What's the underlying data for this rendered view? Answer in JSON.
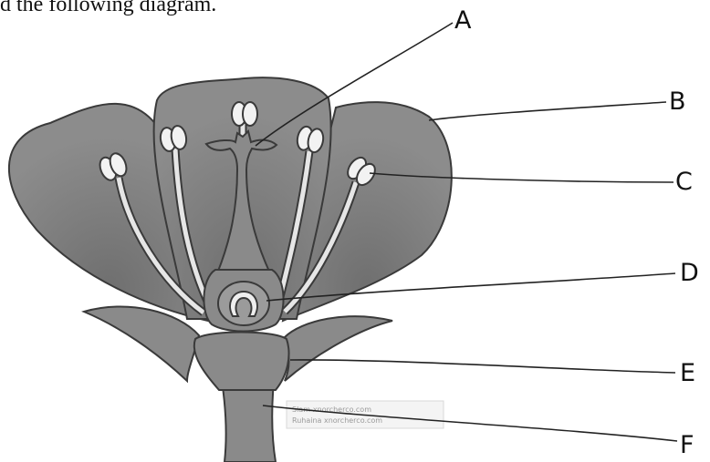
{
  "caption": "d the following diagram.",
  "labels": {
    "a": "A",
    "b": "B",
    "c": "C",
    "d": "D",
    "e": "E",
    "f": "F"
  },
  "watermark": {
    "line1": "Slam-xnorcherco.com",
    "line2": "Ruhaina xnorcherco.com"
  },
  "colors": {
    "petal": "#8a8a8a",
    "petal_dark": "#6f6f6f",
    "stroke": "#3a3a3a",
    "filament": "#e6e6e6",
    "anther": "#f2f2f2"
  }
}
